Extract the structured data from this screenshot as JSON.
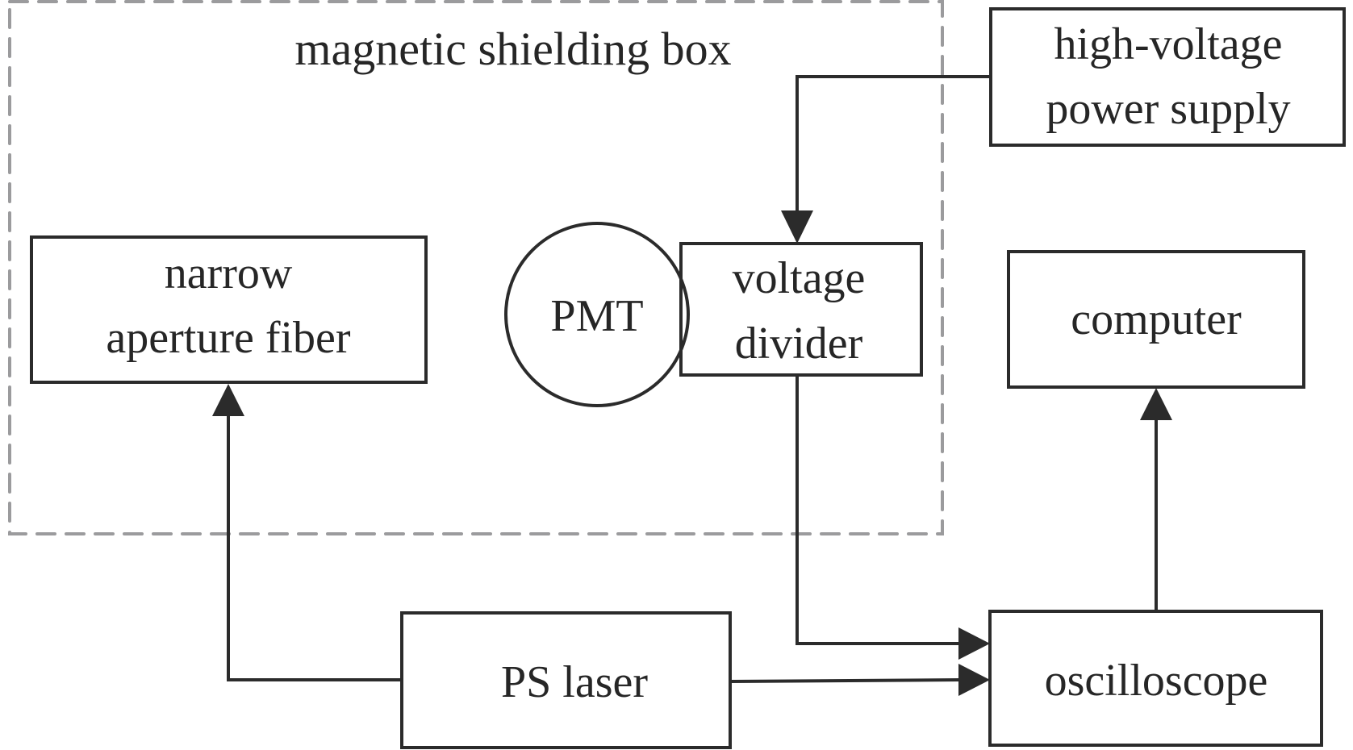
{
  "diagram": {
    "container": {
      "label": "magnetic shielding box",
      "style": "dashed",
      "color": "#9b9b9d"
    },
    "components": {
      "fiber": {
        "lines": [
          "narrow",
          "aperture fiber"
        ]
      },
      "pmt": {
        "label": "PMT"
      },
      "divider": {
        "lines": [
          "voltage",
          "divider"
        ]
      },
      "hv": {
        "lines": [
          "high-voltage",
          "power supply"
        ]
      },
      "computer": {
        "label": "computer"
      },
      "laser": {
        "label": "PS laser"
      },
      "scope": {
        "label": "oscilloscope"
      }
    },
    "connections": [
      {
        "from": "high-voltage power supply",
        "to": "voltage divider"
      },
      {
        "from": "PS laser",
        "to": "narrow aperture fiber"
      },
      {
        "from": "voltage divider",
        "to": "oscilloscope"
      },
      {
        "from": "PS laser",
        "to": "oscilloscope"
      },
      {
        "from": "oscilloscope",
        "to": "computer"
      }
    ],
    "line_color": "#2b2b2b"
  }
}
